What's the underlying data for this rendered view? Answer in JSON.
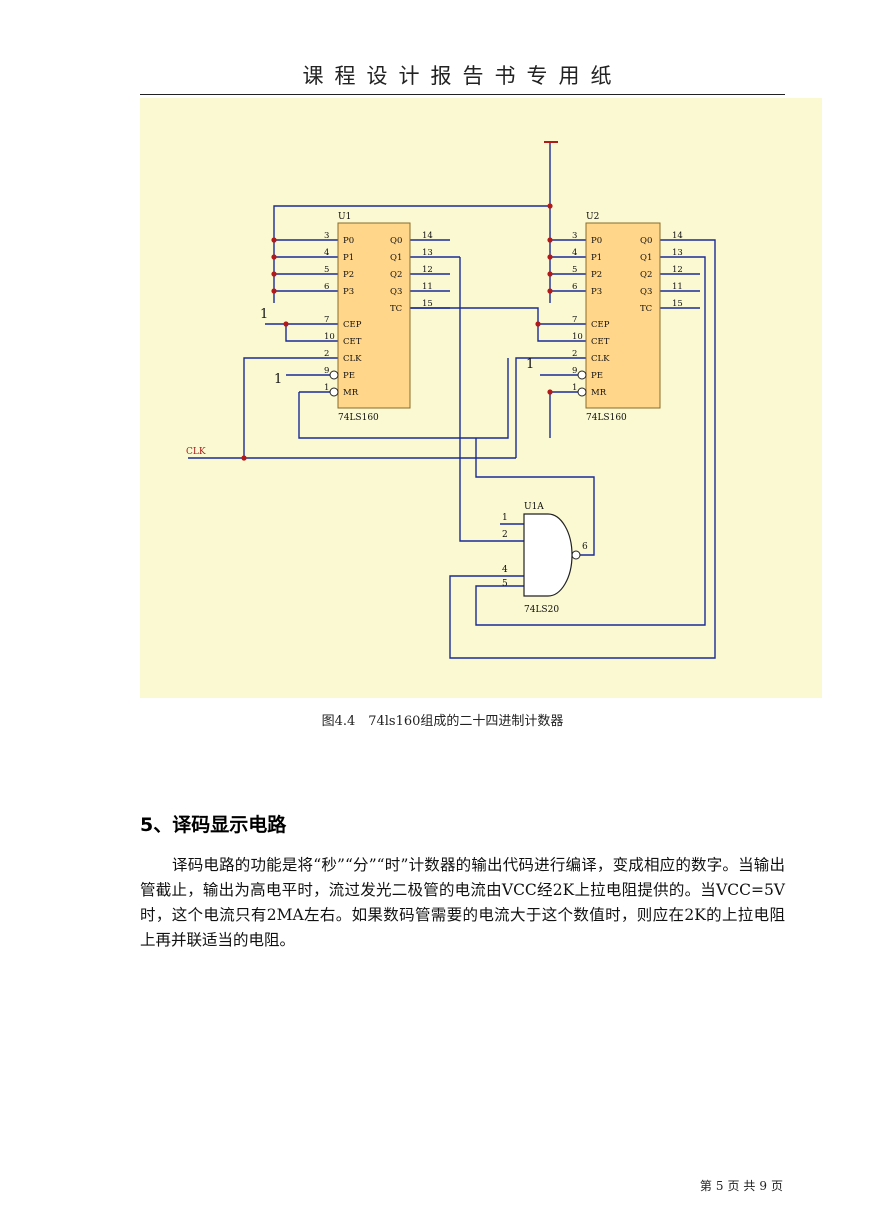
{
  "header": {
    "title": "课程设计报告书专用纸"
  },
  "figure": {
    "caption": "图4.4　74ls160组成的二十四进制计数器",
    "u1": {
      "ref": "U1",
      "part": "74LS160",
      "in_pins": [
        {
          "num": "3",
          "name": "P0"
        },
        {
          "num": "4",
          "name": "P1"
        },
        {
          "num": "5",
          "name": "P2"
        },
        {
          "num": "6",
          "name": "P3"
        },
        {
          "num": "7",
          "name": "CEP"
        },
        {
          "num": "10",
          "name": "CET"
        },
        {
          "num": "2",
          "name": "CLK"
        },
        {
          "num": "9",
          "name": "PE"
        },
        {
          "num": "1",
          "name": "MR"
        }
      ],
      "out_pins": [
        {
          "num": "14",
          "name": "Q0"
        },
        {
          "num": "13",
          "name": "Q1"
        },
        {
          "num": "12",
          "name": "Q2"
        },
        {
          "num": "11",
          "name": "Q3"
        },
        {
          "num": "15",
          "name": "TC"
        }
      ]
    },
    "u2": {
      "ref": "U2",
      "part": "74LS160",
      "in_pins": [
        {
          "num": "3",
          "name": "P0"
        },
        {
          "num": "4",
          "name": "P1"
        },
        {
          "num": "5",
          "name": "P2"
        },
        {
          "num": "6",
          "name": "P3"
        },
        {
          "num": "7",
          "name": "CEP"
        },
        {
          "num": "10",
          "name": "CET"
        },
        {
          "num": "2",
          "name": "CLK"
        },
        {
          "num": "9",
          "name": "PE"
        },
        {
          "num": "1",
          "name": "MR"
        }
      ],
      "out_pins": [
        {
          "num": "14",
          "name": "Q0"
        },
        {
          "num": "13",
          "name": "Q1"
        },
        {
          "num": "12",
          "name": "Q2"
        },
        {
          "num": "11",
          "name": "Q3"
        },
        {
          "num": "15",
          "name": "TC"
        }
      ]
    },
    "gate": {
      "ref": "U1A",
      "part": "74LS20",
      "pins": [
        "1",
        "2",
        "4",
        "5"
      ],
      "out_pin": "6"
    },
    "labels": {
      "clk": "CLK",
      "one_a": "1",
      "one_b": "1",
      "one_c": "1"
    }
  },
  "section": {
    "heading": "5、译码显示电路",
    "paragraph": "译码电路的功能是将“秒”“分”“时”计数器的输出代码进行编译，变成相应的数字。当输出管截止，输出为高电平时，流过发光二极管的电流由VCC经2K上拉电阻提供的。当VCC=5V时，这个电流只有2MA左右。如果数码管需要的电流大于这个数值时，则应在2K的上拉电阻上再并联适当的电阻。"
  },
  "footer": {
    "prefix": "第",
    "page": "5",
    "middle": "页 共",
    "total": "9",
    "suffix": "页"
  },
  "colors": {
    "figure_bg": "#fbf9d2",
    "chip_fill": "#ffd68a",
    "wire": "#1a2c9a",
    "junction": "#b01a1a",
    "text": "#111111"
  }
}
